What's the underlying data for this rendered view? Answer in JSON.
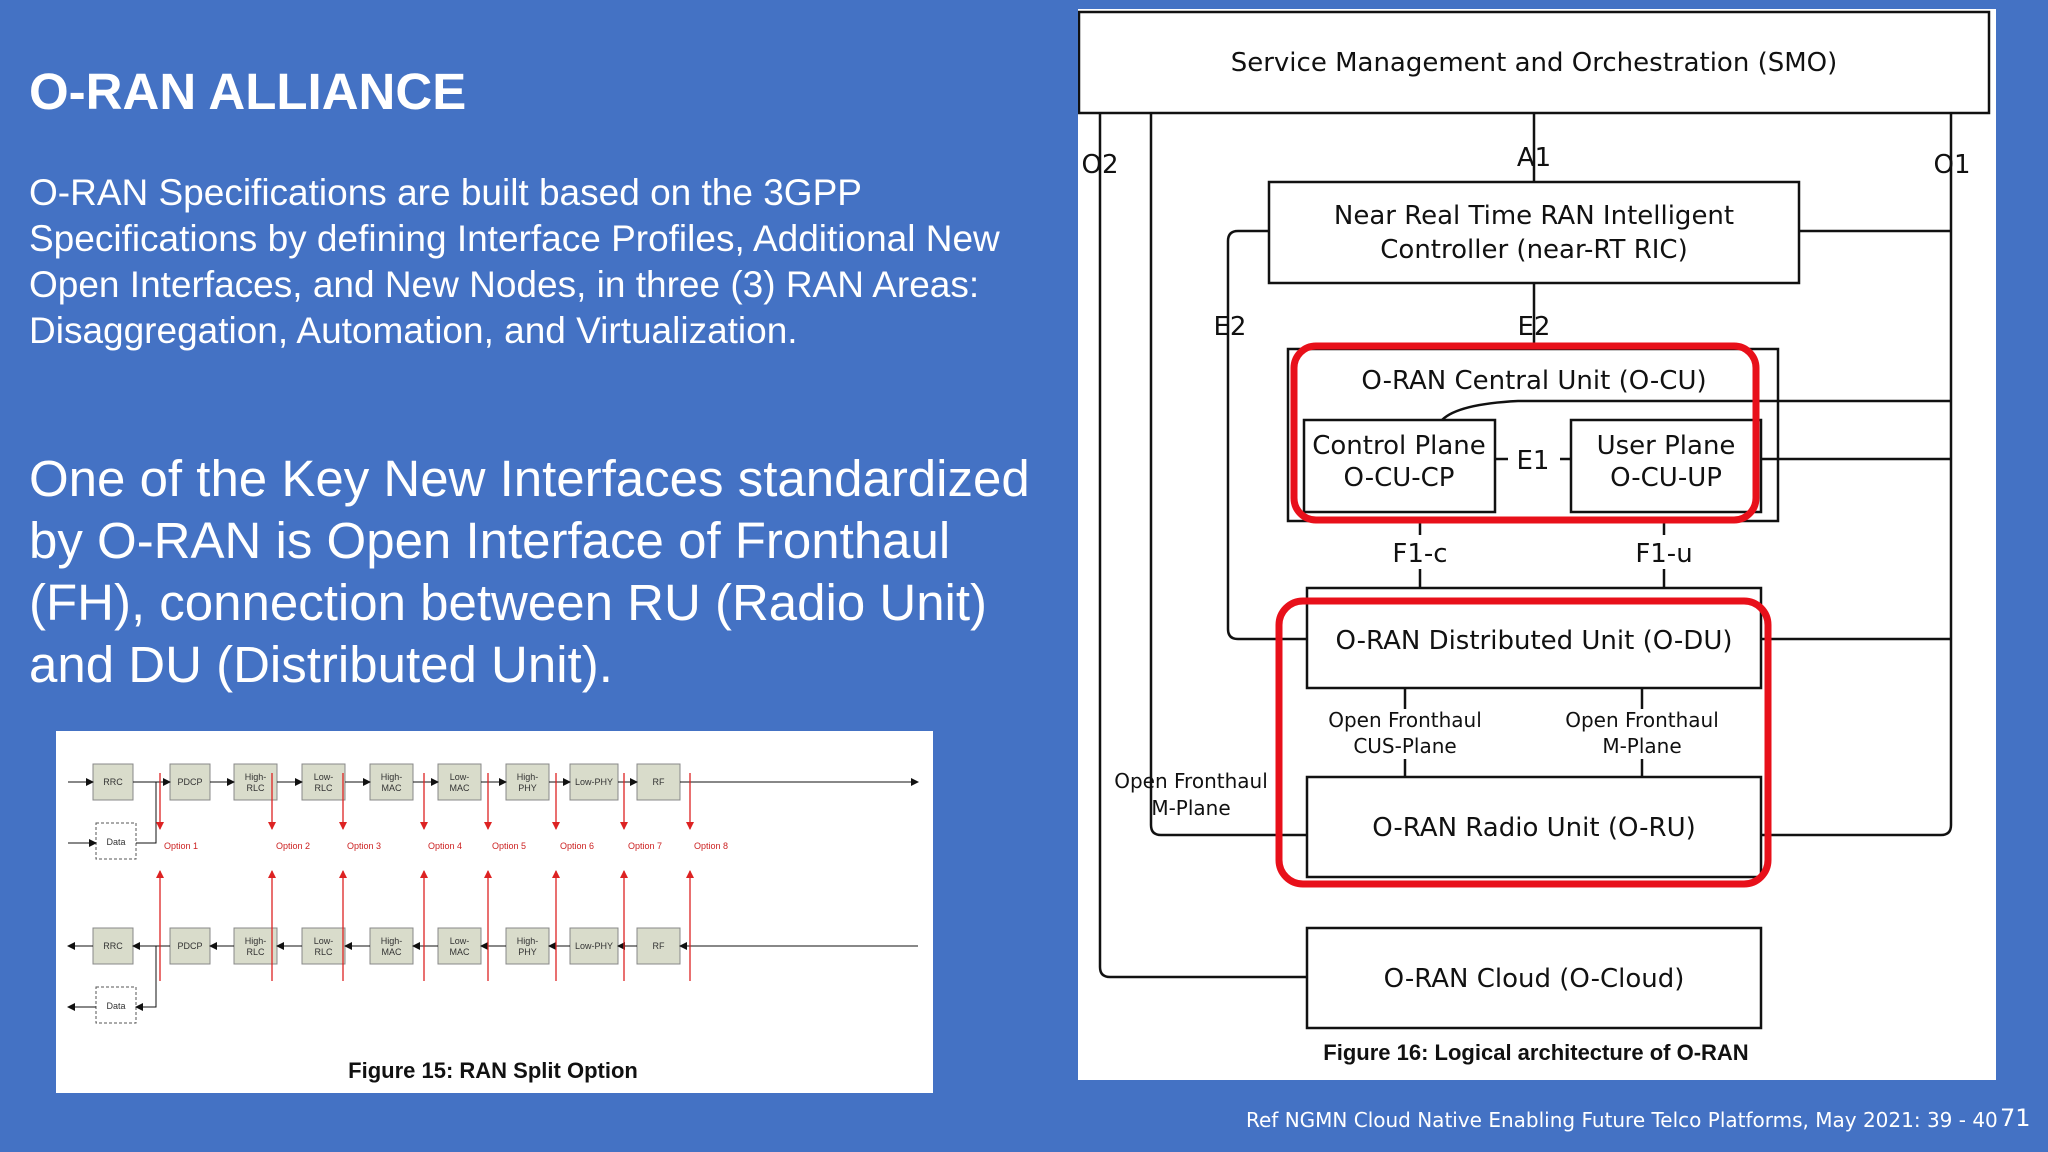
{
  "slide": {
    "title": "O-RAN ALLIANCE",
    "paragraph1": "O-RAN Specifications are built based on the 3GPP Specifications by defining Interface Profiles, Additional New Open Interfaces, and New Nodes, in three (3) RAN Areas: Disaggregation, Automation, and Virtualization.",
    "paragraph2": "One of the Key New Interfaces standardized by O-RAN is Open Interface of Fronthaul (FH), connection between RU (Radio Unit) and DU (Distributed Unit).",
    "footer": "Ref NGMN Cloud Native Enabling Future Telco Platforms, May 2021: 39 - 40",
    "page_number": "71"
  },
  "figure15": {
    "caption": "Figure 15: RAN Split Option",
    "blocks": [
      "RRC",
      "PDCP",
      "High-\nRLC",
      "Low-\nRLC",
      "High-\nMAC",
      "Low-\nMAC",
      "High-\nPHY",
      "Low-PHY",
      "RF"
    ],
    "data_label": "Data",
    "options": [
      "Option 1",
      "Option 2",
      "Option 3",
      "Option 4",
      "Option 5",
      "Option 6",
      "Option 7",
      "Option 8"
    ]
  },
  "figure16": {
    "caption": "Figure 16: Logical architecture of O-RAN",
    "smo": "Service Management and Orchestration (SMO)",
    "ric_line1": "Near Real Time RAN Intelligent",
    "ric_line2": "Controller (near-RT RIC)",
    "ocu": "O-RAN Central Unit (O-CU)",
    "cp_line1": "Control Plane",
    "cp_line2": "O-CU-CP",
    "up_line1": "User Plane",
    "up_line2": "O-CU-UP",
    "odu": "O-RAN Distributed Unit (O-DU)",
    "oru": "O-RAN Radio Unit (O-RU)",
    "ocloud": "O-RAN Cloud (O-Cloud)",
    "labels": {
      "o2": "O2",
      "a1": "A1",
      "o1": "O1",
      "e2_left": "E2",
      "e2_center": "E2",
      "e1": "E1",
      "f1c": "F1-c",
      "f1u": "F1-u",
      "ofh_cus_1": "Open Fronthaul",
      "ofh_cus_2": "CUS-Plane",
      "ofh_m_1": "Open Fronthaul",
      "ofh_m_2": "M-Plane",
      "ofh_left_1": "Open Fronthaul",
      "ofh_left_2": "M-Plane"
    },
    "highlight_color": "#E8101A"
  }
}
